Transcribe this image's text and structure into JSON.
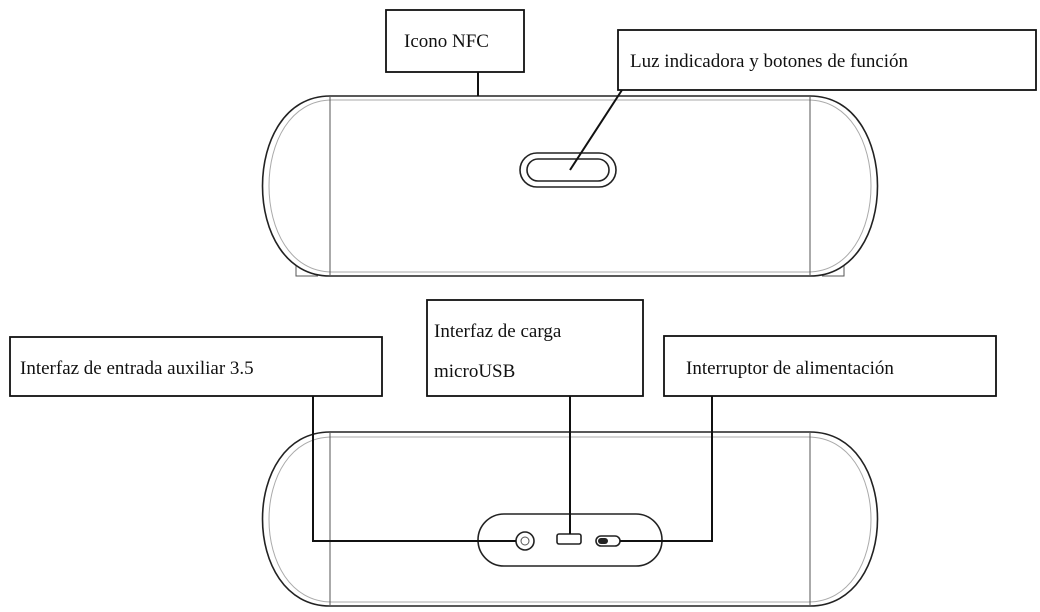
{
  "callouts": {
    "nfc_icon": "Icono NFC",
    "indicator_buttons": "Luz indicadora y botones de función",
    "aux_input": "Interfaz de entrada auxiliar 3.5",
    "charging_line1": "Interfaz de carga",
    "charging_line2": "microUSB",
    "power_switch": "Interruptor de alimentación"
  },
  "colors": {
    "line": "#222222",
    "background": "#ffffff"
  }
}
